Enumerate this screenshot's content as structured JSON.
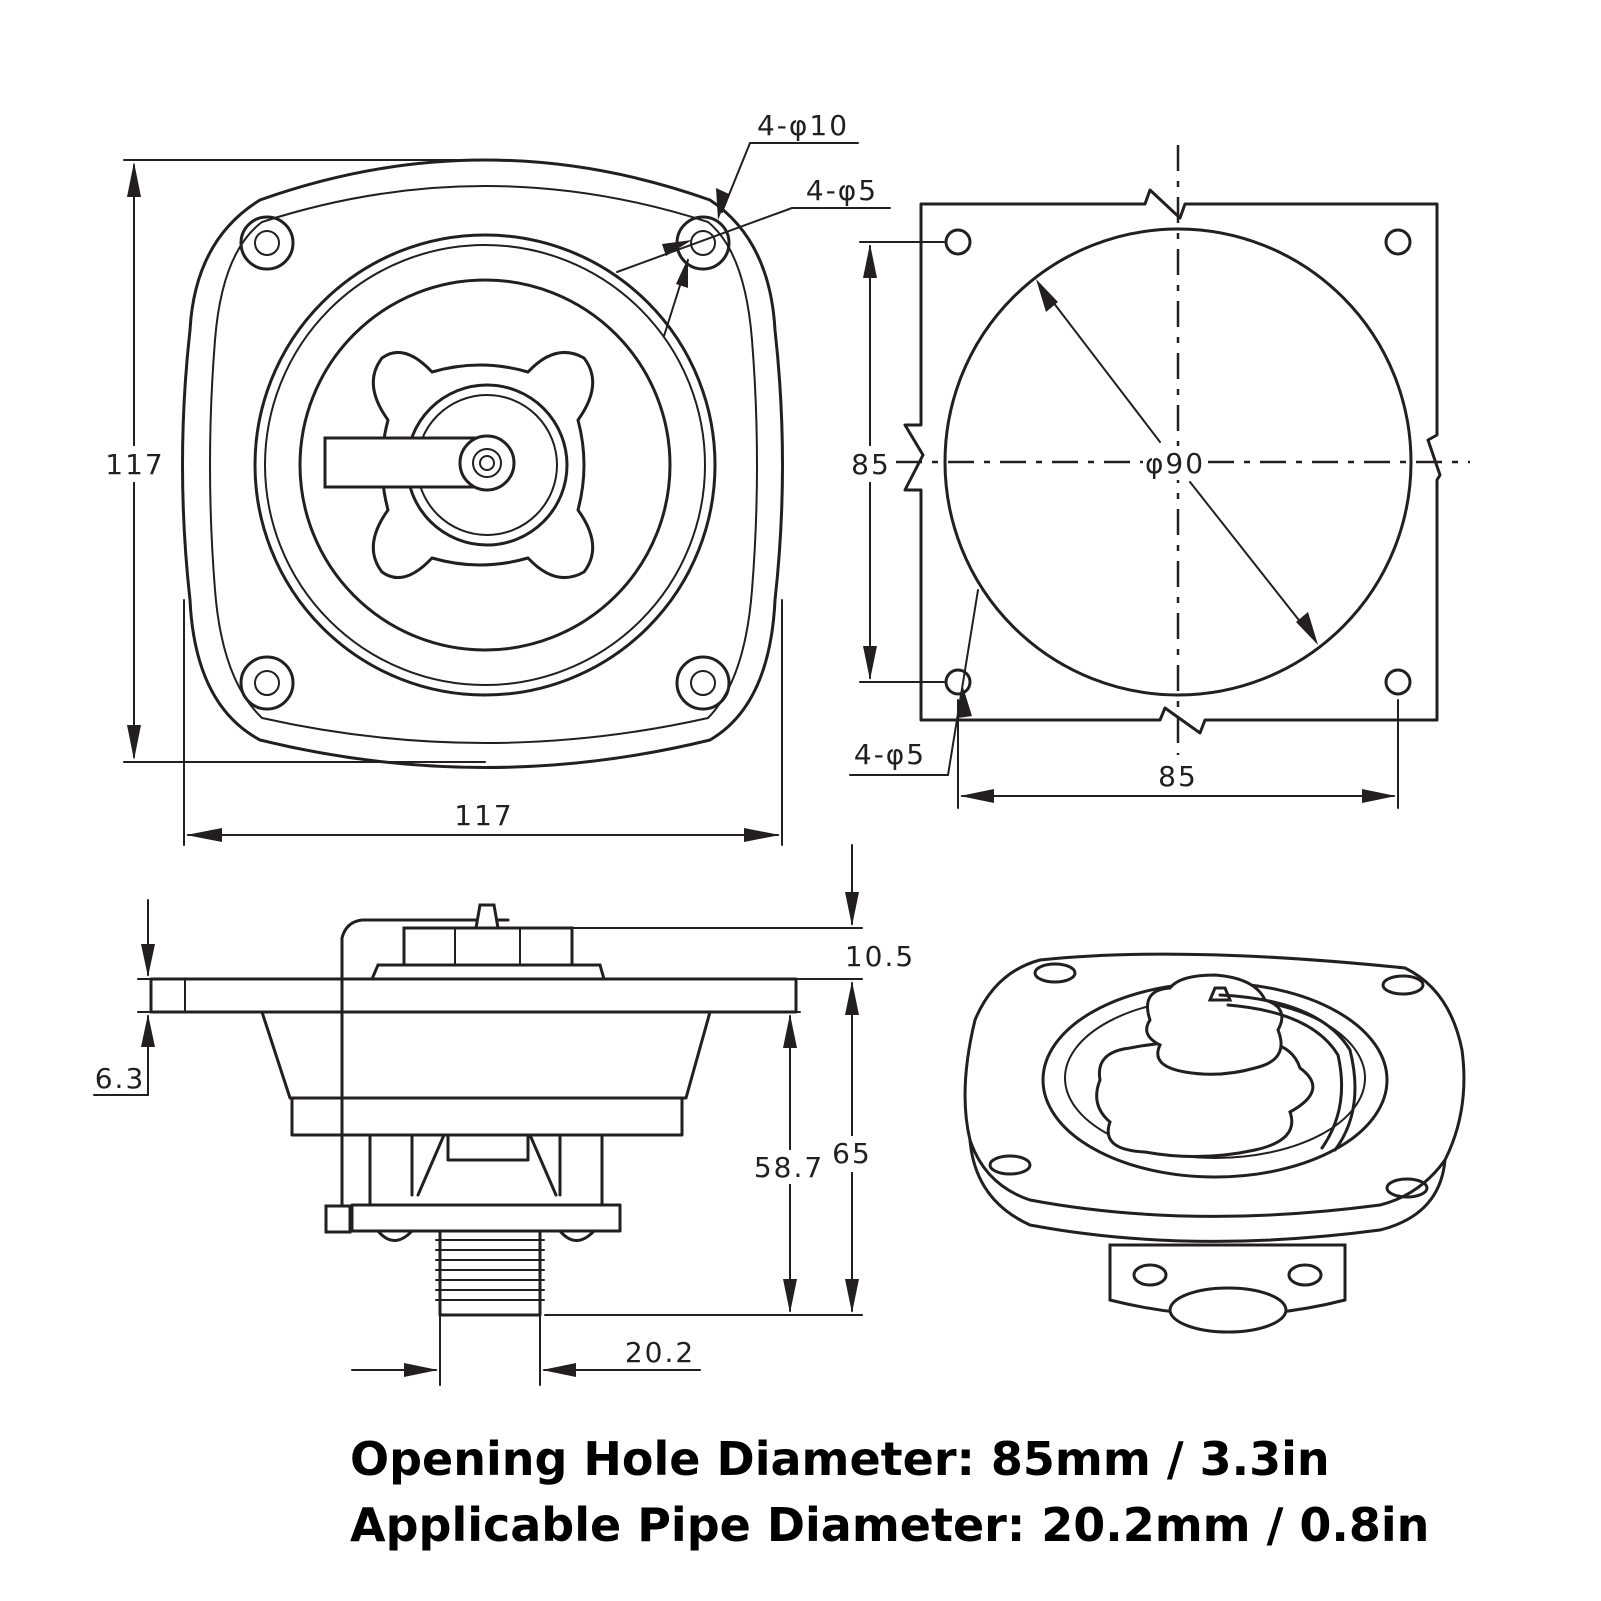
{
  "dimensions": {
    "top_hole_large": "4-φ10",
    "top_hole_small": "4-φ5",
    "front_height": "117",
    "front_width": "117",
    "cutout_height": "85",
    "cutout_width": "85",
    "cutout_diameter": "φ90",
    "cutout_hole": "4-φ5",
    "side_top": "10.5",
    "side_flange": "6.3",
    "side_body": "58.7",
    "side_total": "65",
    "side_pipe": "20.2"
  },
  "captions": {
    "line1": "Opening Hole Diameter: 85mm / 3.3in",
    "line2": "Applicable Pipe Diameter: 20.2mm / 0.8in"
  }
}
